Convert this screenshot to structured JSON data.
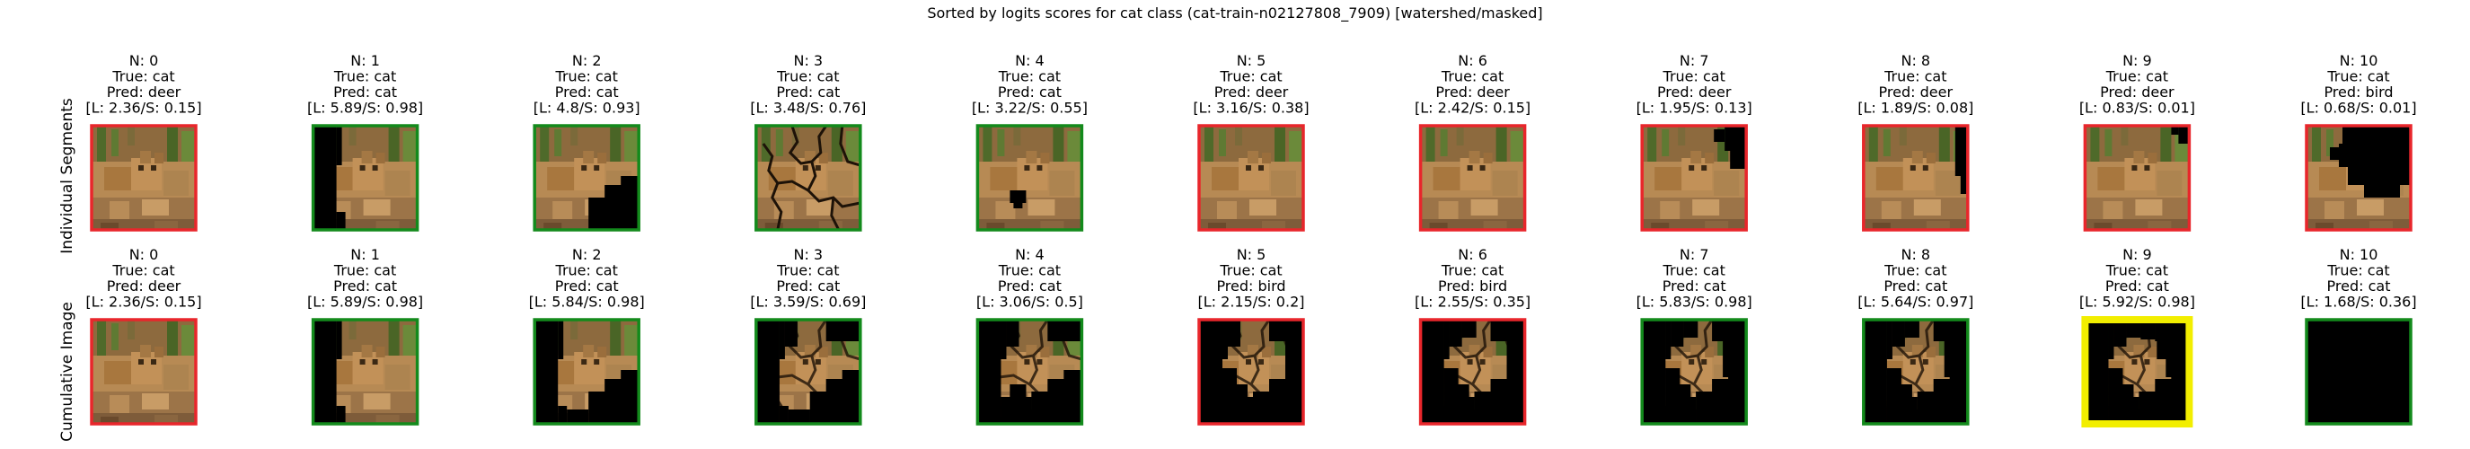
{
  "figure": {
    "title": "Sorted by logits scores for cat class (cat-train-n02127808_7909) [watershed/masked]",
    "rows": [
      {
        "label": "Individual Segments",
        "panels": [
          {
            "n": "N: 0",
            "true": "True: cat",
            "pred": "Pred: deer",
            "score": "[L: 2.36/S: 0.15]",
            "border": "red",
            "mask": "none"
          },
          {
            "n": "N: 1",
            "true": "True: cat",
            "pred": "Pred: cat",
            "score": "[L: 5.89/S: 0.98]",
            "border": "green",
            "mask": "left-strip"
          },
          {
            "n": "N: 2",
            "true": "True: cat",
            "pred": "Pred: cat",
            "score": "[L: 4.8/S: 0.93]",
            "border": "green",
            "mask": "bottom-right"
          },
          {
            "n": "N: 3",
            "true": "True: cat",
            "pred": "Pred: cat",
            "score": "[L: 3.48/S: 0.76]",
            "border": "green",
            "mask": "contours"
          },
          {
            "n": "N: 4",
            "true": "True: cat",
            "pred": "Pred: cat",
            "score": "[L: 3.22/S: 0.55]",
            "border": "green",
            "mask": "small-hole"
          },
          {
            "n": "N: 5",
            "true": "True: cat",
            "pred": "Pred: deer",
            "score": "[L: 3.16/S: 0.38]",
            "border": "red",
            "mask": "none"
          },
          {
            "n": "N: 6",
            "true": "True: cat",
            "pred": "Pred: deer",
            "score": "[L: 2.42/S: 0.15]",
            "border": "red",
            "mask": "none"
          },
          {
            "n": "N: 7",
            "true": "True: cat",
            "pred": "Pred: deer",
            "score": "[L: 1.95/S: 0.13]",
            "border": "red",
            "mask": "right-notch"
          },
          {
            "n": "N: 8",
            "true": "True: cat",
            "pred": "Pred: deer",
            "score": "[L: 1.89/S: 0.08]",
            "border": "red",
            "mask": "right-edge"
          },
          {
            "n": "N: 9",
            "true": "True: cat",
            "pred": "Pred: deer",
            "score": "[L: 0.83/S: 0.01]",
            "border": "red",
            "mask": "right-small"
          },
          {
            "n": "N: 10",
            "true": "True: cat",
            "pred": "Pred: bird",
            "score": "[L: 0.68/S: 0.01]",
            "border": "red",
            "mask": "center-large"
          }
        ]
      },
      {
        "label": "Cumulative Image",
        "panels": [
          {
            "n": "N: 0",
            "true": "True: cat",
            "pred": "Pred: deer",
            "score": "[L: 2.36/S: 0.15]",
            "border": "red",
            "mask": "none"
          },
          {
            "n": "N: 1",
            "true": "True: cat",
            "pred": "Pred: cat",
            "score": "[L: 5.89/S: 0.98]",
            "border": "green",
            "mask": "left-strip"
          },
          {
            "n": "N: 2",
            "true": "True: cat",
            "pred": "Pred: cat",
            "score": "[L: 5.84/S: 0.98]",
            "border": "green",
            "mask": "cum-2"
          },
          {
            "n": "N: 3",
            "true": "True: cat",
            "pred": "Pred: cat",
            "score": "[L: 3.59/S: 0.69]",
            "border": "green",
            "mask": "cum-3"
          },
          {
            "n": "N: 4",
            "true": "True: cat",
            "pred": "Pred: cat",
            "score": "[L: 3.06/S: 0.5]",
            "border": "green",
            "mask": "cum-4"
          },
          {
            "n": "N: 5",
            "true": "True: cat",
            "pred": "Pred: bird",
            "score": "[L: 2.15/S: 0.2]",
            "border": "red",
            "mask": "cum-5"
          },
          {
            "n": "N: 6",
            "true": "True: cat",
            "pred": "Pred: bird",
            "score": "[L: 2.55/S: 0.35]",
            "border": "red",
            "mask": "cum-6"
          },
          {
            "n": "N: 7",
            "true": "True: cat",
            "pred": "Pred: cat",
            "score": "[L: 5.83/S: 0.98]",
            "border": "green",
            "mask": "cum-7"
          },
          {
            "n": "N: 8",
            "true": "True: cat",
            "pred": "Pred: cat",
            "score": "[L: 5.64/S: 0.97]",
            "border": "green",
            "mask": "cum-8"
          },
          {
            "n": "N: 9",
            "true": "True: cat",
            "pred": "Pred: cat",
            "score": "[L: 5.92/S: 0.98]",
            "border": "yellow",
            "mask": "cum-9"
          },
          {
            "n": "N: 10",
            "true": "True: cat",
            "pred": "Pred: cat",
            "score": "[L: 1.68/S: 0.36]",
            "border": "green",
            "mask": "all"
          }
        ]
      }
    ],
    "colors": {
      "red": "#e8262b",
      "green": "#138a1c",
      "yellow": "#f2ee00",
      "mask": "#000000",
      "cat_fur": "#b78a54",
      "background_light": "#c5a070",
      "foliage": "#4f6a2a",
      "contour": "#1d1208"
    }
  }
}
